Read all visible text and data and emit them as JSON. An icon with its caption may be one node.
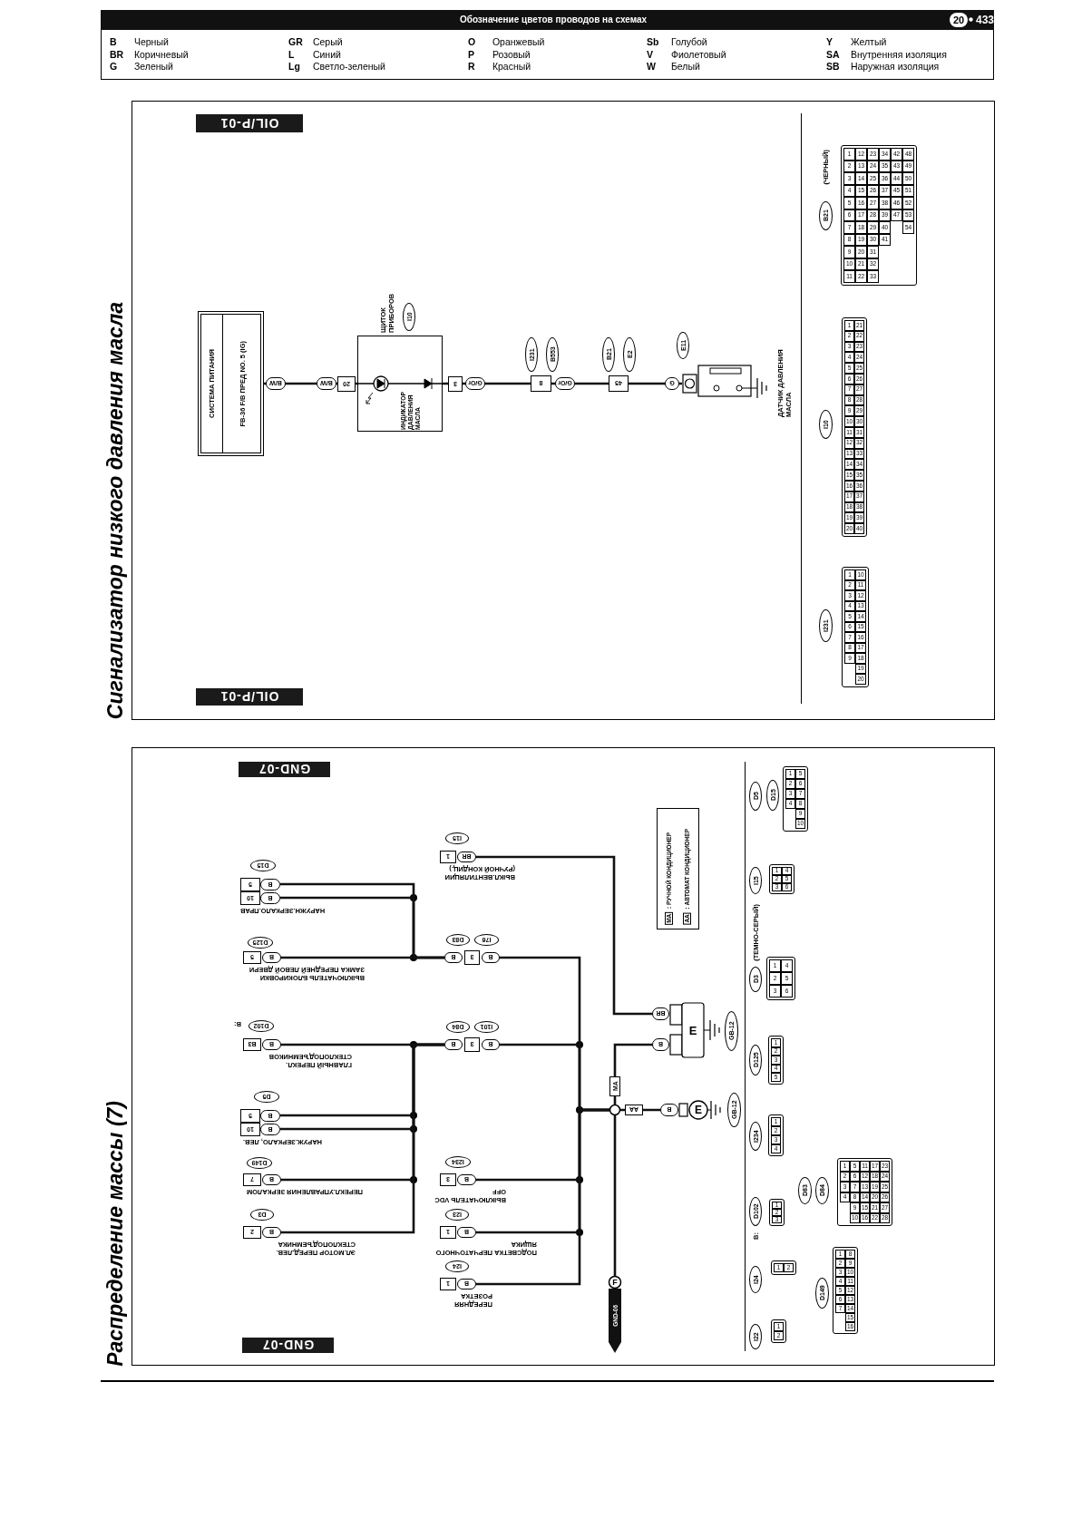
{
  "diagram": {
    "title": "Обозначение цветов проводов на схемах",
    "nodes": [
      {
        "text": [
          "СИСТЕМА ПИТАНИЯ",
          "FB-36 F/B ПРЕД NO. 5 (IG)"
        ]
      },
      {
        "text": [
          "ИНДИКАТОР ДАВЛЕНИЯ МАСЛА"
        ],
        "beside": [
          "ЩИТОК ПРИБОРОВ",
          "I10"
        ]
      },
      {
        "text": [
          "8"
        ],
        "beside": [
          "I231",
          "B553"
        ]
      },
      {
        "text": [
          "45"
        ],
        "beside": [
          "B21",
          "E2"
        ]
      },
      {
        "text": [],
        "shape": "picture",
        "beside": [
          "E11",
          "ДАТЧИК ДАВЛЕНИЯ МАСЛА"
        ]
      },
      {
        "text": [
          "1",
          "2",
          "3",
          "4",
          "5",
          "6",
          "7",
          "8",
          "9",
          "10",
          "11",
          "12",
          "13",
          "14",
          "15",
          "16",
          "17",
          "18",
          "19",
          "20",
          "21",
          "22",
          "23",
          "24",
          "25",
          "26",
          "27",
          "28",
          "29",
          "30",
          "31",
          "32",
          "33",
          "34",
          "35",
          "36",
          "37",
          "38",
          "39",
          "40",
          "41",
          "42",
          "43",
          "44",
          "45",
          "46",
          "47",
          "48",
          "49",
          "50",
          "51",
          "52",
          "53",
          "54"
        ],
        "beside": [
          "B21",
          "(ЧЕРНЫЙ)"
        ]
      },
      {
        "text": [
          "1",
          "2",
          "3",
          "4",
          "5",
          "6",
          "7",
          "8",
          "9",
          "10",
          "11",
          "12",
          "13",
          "14",
          "15",
          "16",
          "17",
          "18",
          "19",
          "20",
          "21",
          "22",
          "23",
          "24",
          "25",
          "26",
          "27",
          "28",
          "29",
          "30",
          "31",
          "32",
          "33",
          "34",
          "35",
          "36",
          "37",
          "38",
          "39",
          "40"
        ],
        "beside": [
          "I10"
        ]
      },
      {
        "text": [
          "1",
          "2",
          "3",
          "4",
          "5",
          "6",
          "7",
          "8",
          "9",
          "10",
          "11",
          "12",
          "13",
          "14",
          "15",
          "16",
          "17",
          "18",
          "19",
          "20"
        ],
        "beside": [
          "I231"
        ]
      },
      {
        "text": [
          "1",
          "BR"
        ],
        "beside": [
          "I15",
          "ВЫКЛ.ВЕНТИЛЯЦИИ (РУЧНОЙ КОНДИЦ.)"
        ]
      },
      {
        "text": [
          "5",
          "B",
          "10",
          "B"
        ],
        "beside": [
          "D15",
          "НАРУЖН.ЗЕРКАЛО.ПРАВ"
        ]
      },
      {
        "text": [
          "5",
          "B"
        ],
        "beside": [
          "D125",
          "ВЫКЛЮЧАТЕЛЬ БЛОКИРОВКИ ЗАМКА ПЕРЕДНЕЙ ЛЕВОЙ ДВЕРИ"
        ]
      },
      {
        "text": [
          "B",
          "3",
          "B"
        ],
        "beside": [
          "D83",
          "I76"
        ]
      },
      {
        "text": [
          "BR",
          "E",
          "B"
        ],
        "beside": [
          "GB-12"
        ]
      },
      {
        "text": [
          "B3",
          "B"
        ],
        "beside": [
          "B:",
          "D102",
          "ГЛАВНЫЙ ПЕРЕКЛ. СТЕКЛОПОДЪЕМНИКОВ"
        ]
      },
      {
        "text": [
          "B",
          "3",
          "B"
        ],
        "beside": [
          "D84",
          "I101"
        ]
      },
      {
        "text": [],
        "shape": "circle"
      },
      {
        "text": [
          "B",
          "E"
        ],
        "beside": [
          "GB-12"
        ]
      },
      {
        "text": [
          "5",
          "B",
          "10",
          "B"
        ],
        "beside": [
          "D5",
          "НАРУЖ.ЗЕРКАЛО, ЛЕВ."
        ]
      },
      {
        "text": [
          "7",
          "B"
        ],
        "beside": [
          "D149",
          "ПЕРЕКЛ.УПРАВЛЕНИЯ ЗЕРКАЛОМ"
        ]
      },
      {
        "text": [
          "3",
          "B"
        ],
        "beside": [
          "I234",
          "ВЫКЛЮЧАТЕЛЬ VDC OFF"
        ]
      },
      {
        "text": [
          "2",
          "B"
        ],
        "beside": [
          "D3",
          "ЭЛ.МОТОР ПЕРЕД.ЛЕВ. СТЕКЛОПОДЪЕМНИКА"
        ]
      },
      {
        "text": [
          "1",
          "B"
        ],
        "beside": [
          "I23",
          "ПОДСВЕТКА ПЕРЧАТОЧНОГО ЯЩИКА"
        ]
      },
      {
        "text": [
          "1",
          "B"
        ],
        "beside": [
          "I24",
          "ПЕРЕДНЯЯ РОЗЕТКА"
        ]
      },
      {
        "text": [
          "F"
        ],
        "beside": [
          "GND-06"
        ]
      },
      {
        "text": [
          "1",
          "2",
          "3",
          "4",
          "5",
          "6",
          "7",
          "8",
          "9",
          "10"
        ],
        "beside": [
          "D5",
          "D15"
        ]
      },
      {
        "text": [
          "1",
          "2",
          "3",
          "4",
          "5",
          "6"
        ],
        "beside": [
          "I15"
        ]
      },
      {
        "text": [
          "1",
          "2",
          "3",
          "4",
          "5",
          "6"
        ],
        "beside": [
          "D3",
          "(ТЕМНО-СЕРЫЙ)"
        ]
      },
      {
        "text": [
          "1",
          "2",
          "3",
          "4",
          "5"
        ],
        "beside": [
          "D125"
        ]
      },
      {
        "text": [
          "1",
          "2",
          "3",
          "4"
        ],
        "beside": [
          "I234"
        ]
      },
      {
        "text": [
          "1",
          "2",
          "3"
        ],
        "beside": [
          "B:",
          "D102"
        ]
      },
      {
        "text": [
          "1",
          "2",
          "3",
          "4",
          "5",
          "6",
          "7",
          "8",
          "9",
          "10",
          "11",
          "12",
          "13",
          "14",
          "15",
          "16",
          "17",
          "18",
          "19",
          "20",
          "21",
          "22",
          "23",
          "24",
          "25",
          "26",
          "27",
          "28"
        ],
        "beside": [
          "D83",
          "D84"
        ]
      },
      {
        "text": [
          "1",
          "2"
        ],
        "beside": [
          "I24"
        ]
      },
      {
        "text": [
          "1",
          "2",
          "3",
          "4",
          "5",
          "6",
          "7",
          "8",
          "9",
          "10",
          "11",
          "12",
          "13",
          "14",
          "15",
          "16"
        ],
        "beside": [
          "D149"
        ]
      },
      {
        "text": [
          "1",
          "2"
        ],
        "beside": [
          "I22"
        ]
      }
    ],
    "edges": [
      {
        "from": 0,
        "to": 1,
        "arrow": "none",
        "label": "B/W"
      },
      {
        "from": 1,
        "to": 2,
        "arrow": "none",
        "label": "G/Or"
      },
      {
        "from": 2,
        "to": 3,
        "arrow": "none",
        "label": "G/Or"
      },
      {
        "from": 3,
        "to": 4,
        "arrow": "none",
        "label": "G"
      },
      {
        "from": 8,
        "to": 12,
        "arrow": "none"
      },
      {
        "from": 9,
        "to": 11,
        "arrow": "none"
      },
      {
        "from": 9,
        "to": 11,
        "arrow": "none"
      },
      {
        "from": 10,
        "to": 11,
        "arrow": "none"
      },
      {
        "from": 11,
        "to": 15,
        "arrow": "none"
      },
      {
        "from": 13,
        "to": 14,
        "arrow": "none"
      },
      {
        "from": 17,
        "to": 14,
        "arrow": "none"
      },
      {
        "from": 17,
        "to": 14,
        "arrow": "none"
      },
      {
        "from": 18,
        "to": 14,
        "arrow": "none"
      },
      {
        "from": 20,
        "to": 14,
        "arrow": "none"
      },
      {
        "from": 14,
        "to": 15,
        "arrow": "none"
      },
      {
        "from": 19,
        "to": 15,
        "arrow": "none"
      },
      {
        "from": 21,
        "to": 15,
        "arrow": "none"
      },
      {
        "from": 22,
        "to": 15,
        "arrow": "none"
      },
      {
        "from": 15,
        "to": 12,
        "arrow": "none",
        "label": "MA"
      },
      {
        "from": 15,
        "to": 16,
        "arrow": "none",
        "label": "AA"
      },
      {
        "from": 15,
        "to": 23,
        "arrow": "none"
      }
    ],
    "labels": [
      "20",
      "433",
      "Сигнализатор низкого давления масла",
      "OIL/P-01",
      "B/W",
      "20",
      "3",
      "OIL/P-01",
      "Распределение массы (7)",
      "GND-07",
      "GND-07"
    ],
    "legend": [
      {
        "text": "B Черный"
      },
      {
        "text": "BR Коричневый"
      },
      {
        "text": "G Зеленый"
      },
      {
        "text": "GR Серый"
      },
      {
        "text": "L Синий"
      },
      {
        "text": "Lg Светло-зеленый"
      },
      {
        "text": "O Оранжевый"
      },
      {
        "text": "P Розовый"
      },
      {
        "text": "R Красный"
      },
      {
        "text": "Sb Голубой"
      },
      {
        "text": "V Фиолетовый"
      },
      {
        "text": "W Белый"
      },
      {
        "text": "Y Желтый"
      },
      {
        "text": "SA Внутренняя изоляция"
      },
      {
        "text": "SB Наружная изоляция"
      },
      {
        "text": "MA : РУЧНОЙ КОНДИЦИОНЕР"
      },
      {
        "text": "AA : АВТОМАТ КОНДИЦИОНЕР"
      }
    ]
  }
}
